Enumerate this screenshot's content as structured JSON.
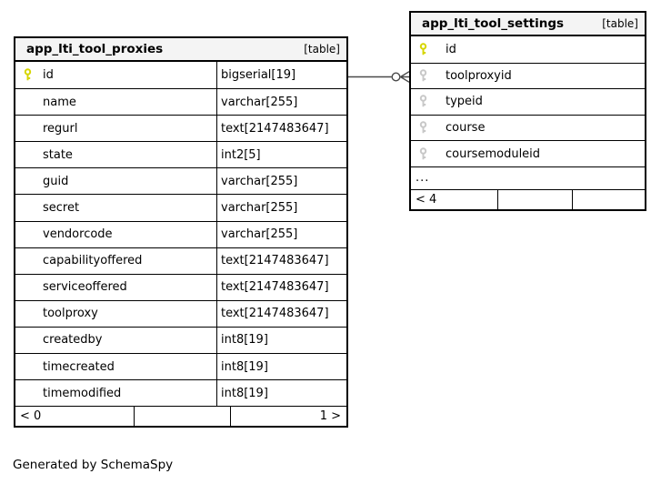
{
  "page": {
    "caption": "Generated by SchemaSpy"
  },
  "colors": {
    "primary_key_icon": "#d6d600",
    "foreign_key_icon": "#c8c8c8",
    "header_bg": "#f4f4f4",
    "border": "#000000",
    "connector": "#4a4a4a"
  },
  "tables": [
    {
      "title": "app_lti_tool_proxies",
      "tag": "[table]",
      "has_type_column": true,
      "columns": [
        {
          "name": "id",
          "type": "bigserial[19]",
          "key": "primary"
        },
        {
          "name": "name",
          "type": "varchar[255]",
          "key": "none"
        },
        {
          "name": "regurl",
          "type": "text[2147483647]",
          "key": "none"
        },
        {
          "name": "state",
          "type": "int2[5]",
          "key": "none"
        },
        {
          "name": "guid",
          "type": "varchar[255]",
          "key": "none"
        },
        {
          "name": "secret",
          "type": "varchar[255]",
          "key": "none"
        },
        {
          "name": "vendorcode",
          "type": "varchar[255]",
          "key": "none"
        },
        {
          "name": "capabilityoffered",
          "type": "text[2147483647]",
          "key": "none"
        },
        {
          "name": "serviceoffered",
          "type": "text[2147483647]",
          "key": "none"
        },
        {
          "name": "toolproxy",
          "type": "text[2147483647]",
          "key": "none"
        },
        {
          "name": "createdby",
          "type": "int8[19]",
          "key": "none"
        },
        {
          "name": "timecreated",
          "type": "int8[19]",
          "key": "none"
        },
        {
          "name": "timemodified",
          "type": "int8[19]",
          "key": "none"
        }
      ],
      "footer": {
        "left": "< 0",
        "middle": "",
        "right": "1 >"
      }
    },
    {
      "title": "app_lti_tool_settings",
      "tag": "[table]",
      "has_type_column": false,
      "columns": [
        {
          "name": "id",
          "key": "primary"
        },
        {
          "name": "toolproxyid",
          "key": "foreign"
        },
        {
          "name": "typeid",
          "key": "foreign"
        },
        {
          "name": "course",
          "key": "foreign"
        },
        {
          "name": "coursemoduleid",
          "key": "foreign"
        },
        {
          "name": "...",
          "key": "none",
          "ellipsis": true
        }
      ],
      "footer": {
        "left": "< 4",
        "middle": "",
        "right": ""
      }
    }
  ],
  "relationship": {
    "from_table": "app_lti_tool_proxies",
    "from_column": "id",
    "to_table": "app_lti_tool_settings",
    "to_column": "toolproxyid",
    "to_end_symbol": "zero-or-many (circle + crow's foot)"
  }
}
